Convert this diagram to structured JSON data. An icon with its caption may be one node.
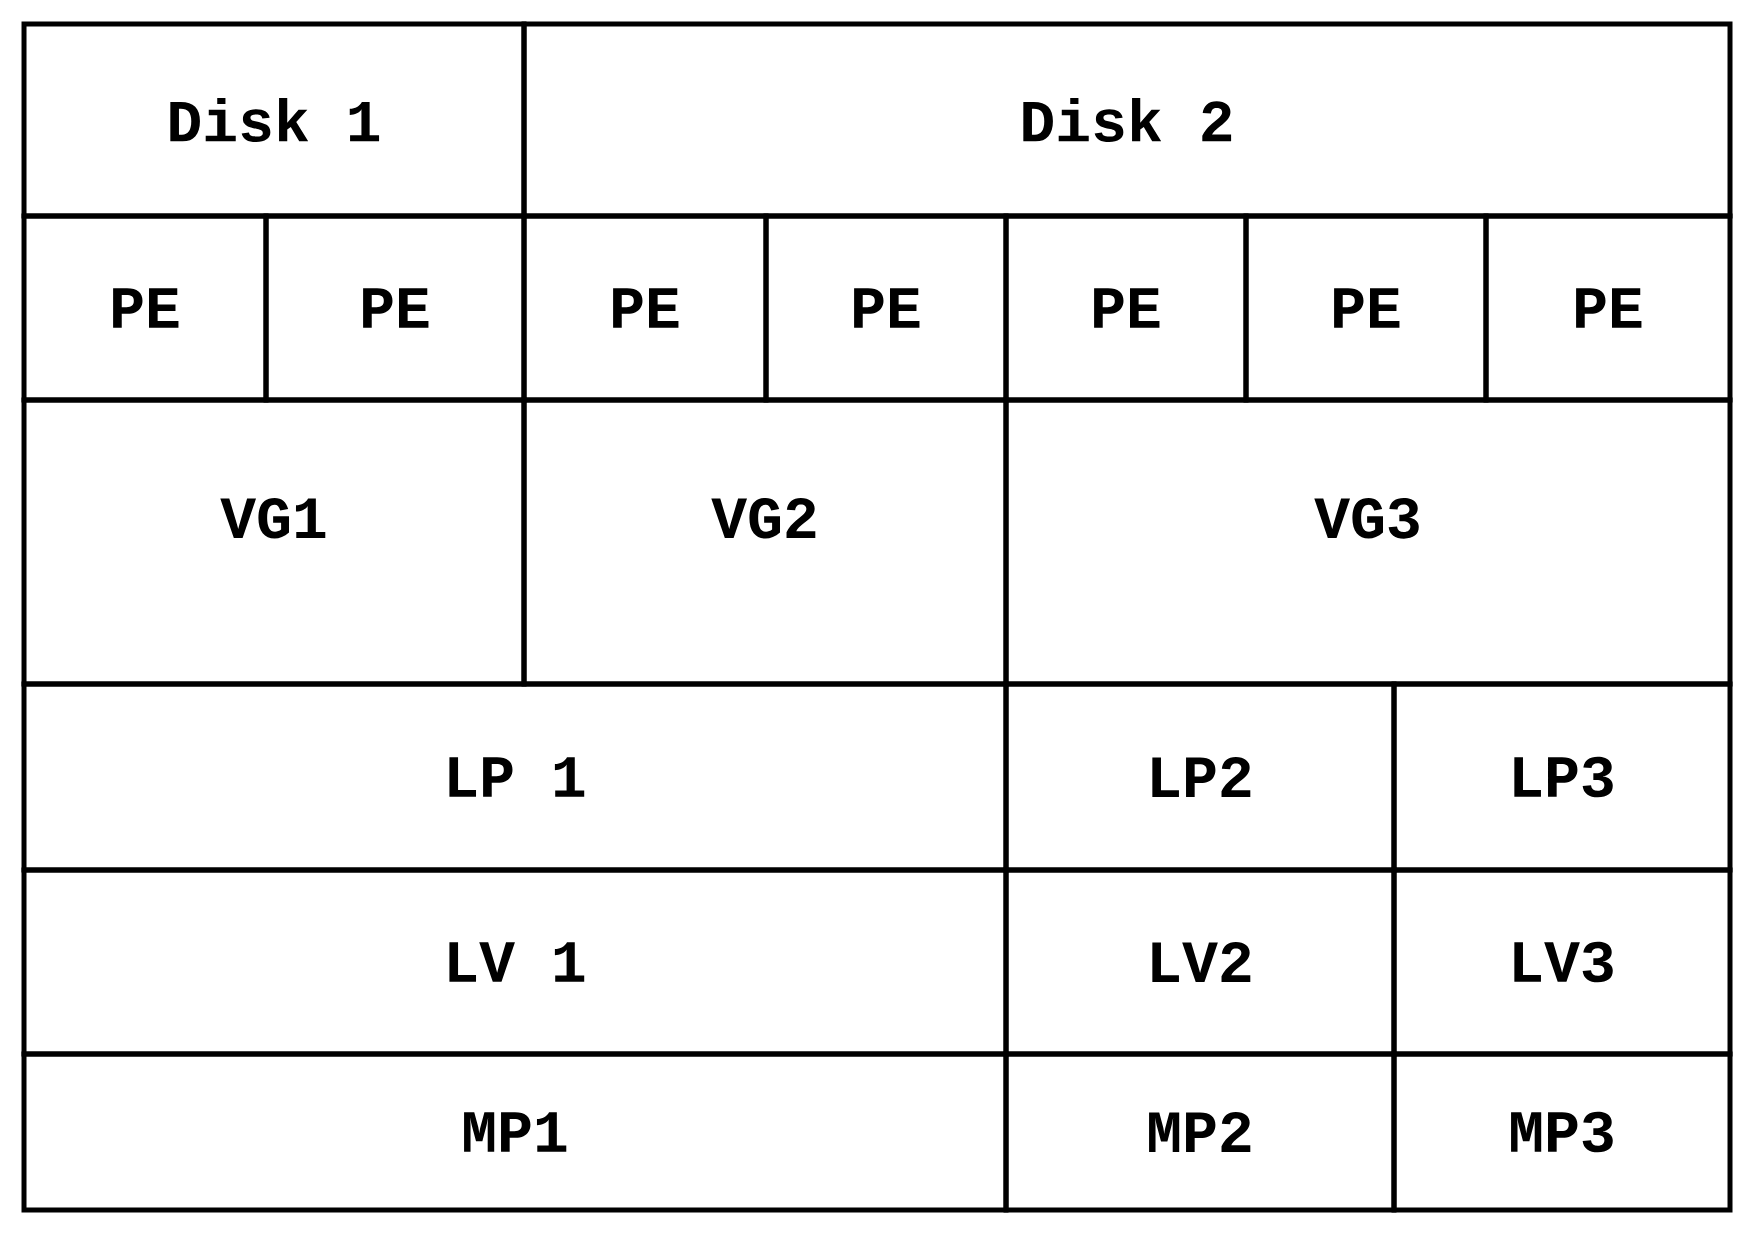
{
  "diagram": {
    "nodes": [
      {
        "text": [
          "Disk 1"
        ]
      },
      {
        "text": [
          "Disk 2"
        ]
      },
      {
        "text": [
          "PE"
        ]
      },
      {
        "text": [
          "PE"
        ]
      },
      {
        "text": [
          "PE"
        ]
      },
      {
        "text": [
          "PE"
        ]
      },
      {
        "text": [
          "PE"
        ]
      },
      {
        "text": [
          "PE"
        ]
      },
      {
        "text": [
          "PE"
        ]
      },
      {
        "text": [
          "VG1"
        ]
      },
      {
        "text": [
          "VG2"
        ]
      },
      {
        "text": [
          "VG3"
        ]
      },
      {
        "text": [
          "LP 1"
        ]
      },
      {
        "text": [
          "LP2"
        ]
      },
      {
        "text": [
          "LP3"
        ]
      },
      {
        "text": [
          "LV 1"
        ]
      },
      {
        "text": [
          "LV2"
        ]
      },
      {
        "text": [
          "LV3"
        ]
      },
      {
        "text": [
          "MP1"
        ]
      },
      {
        "text": [
          "MP2"
        ]
      },
      {
        "text": [
          "MP3"
        ]
      }
    ]
  }
}
